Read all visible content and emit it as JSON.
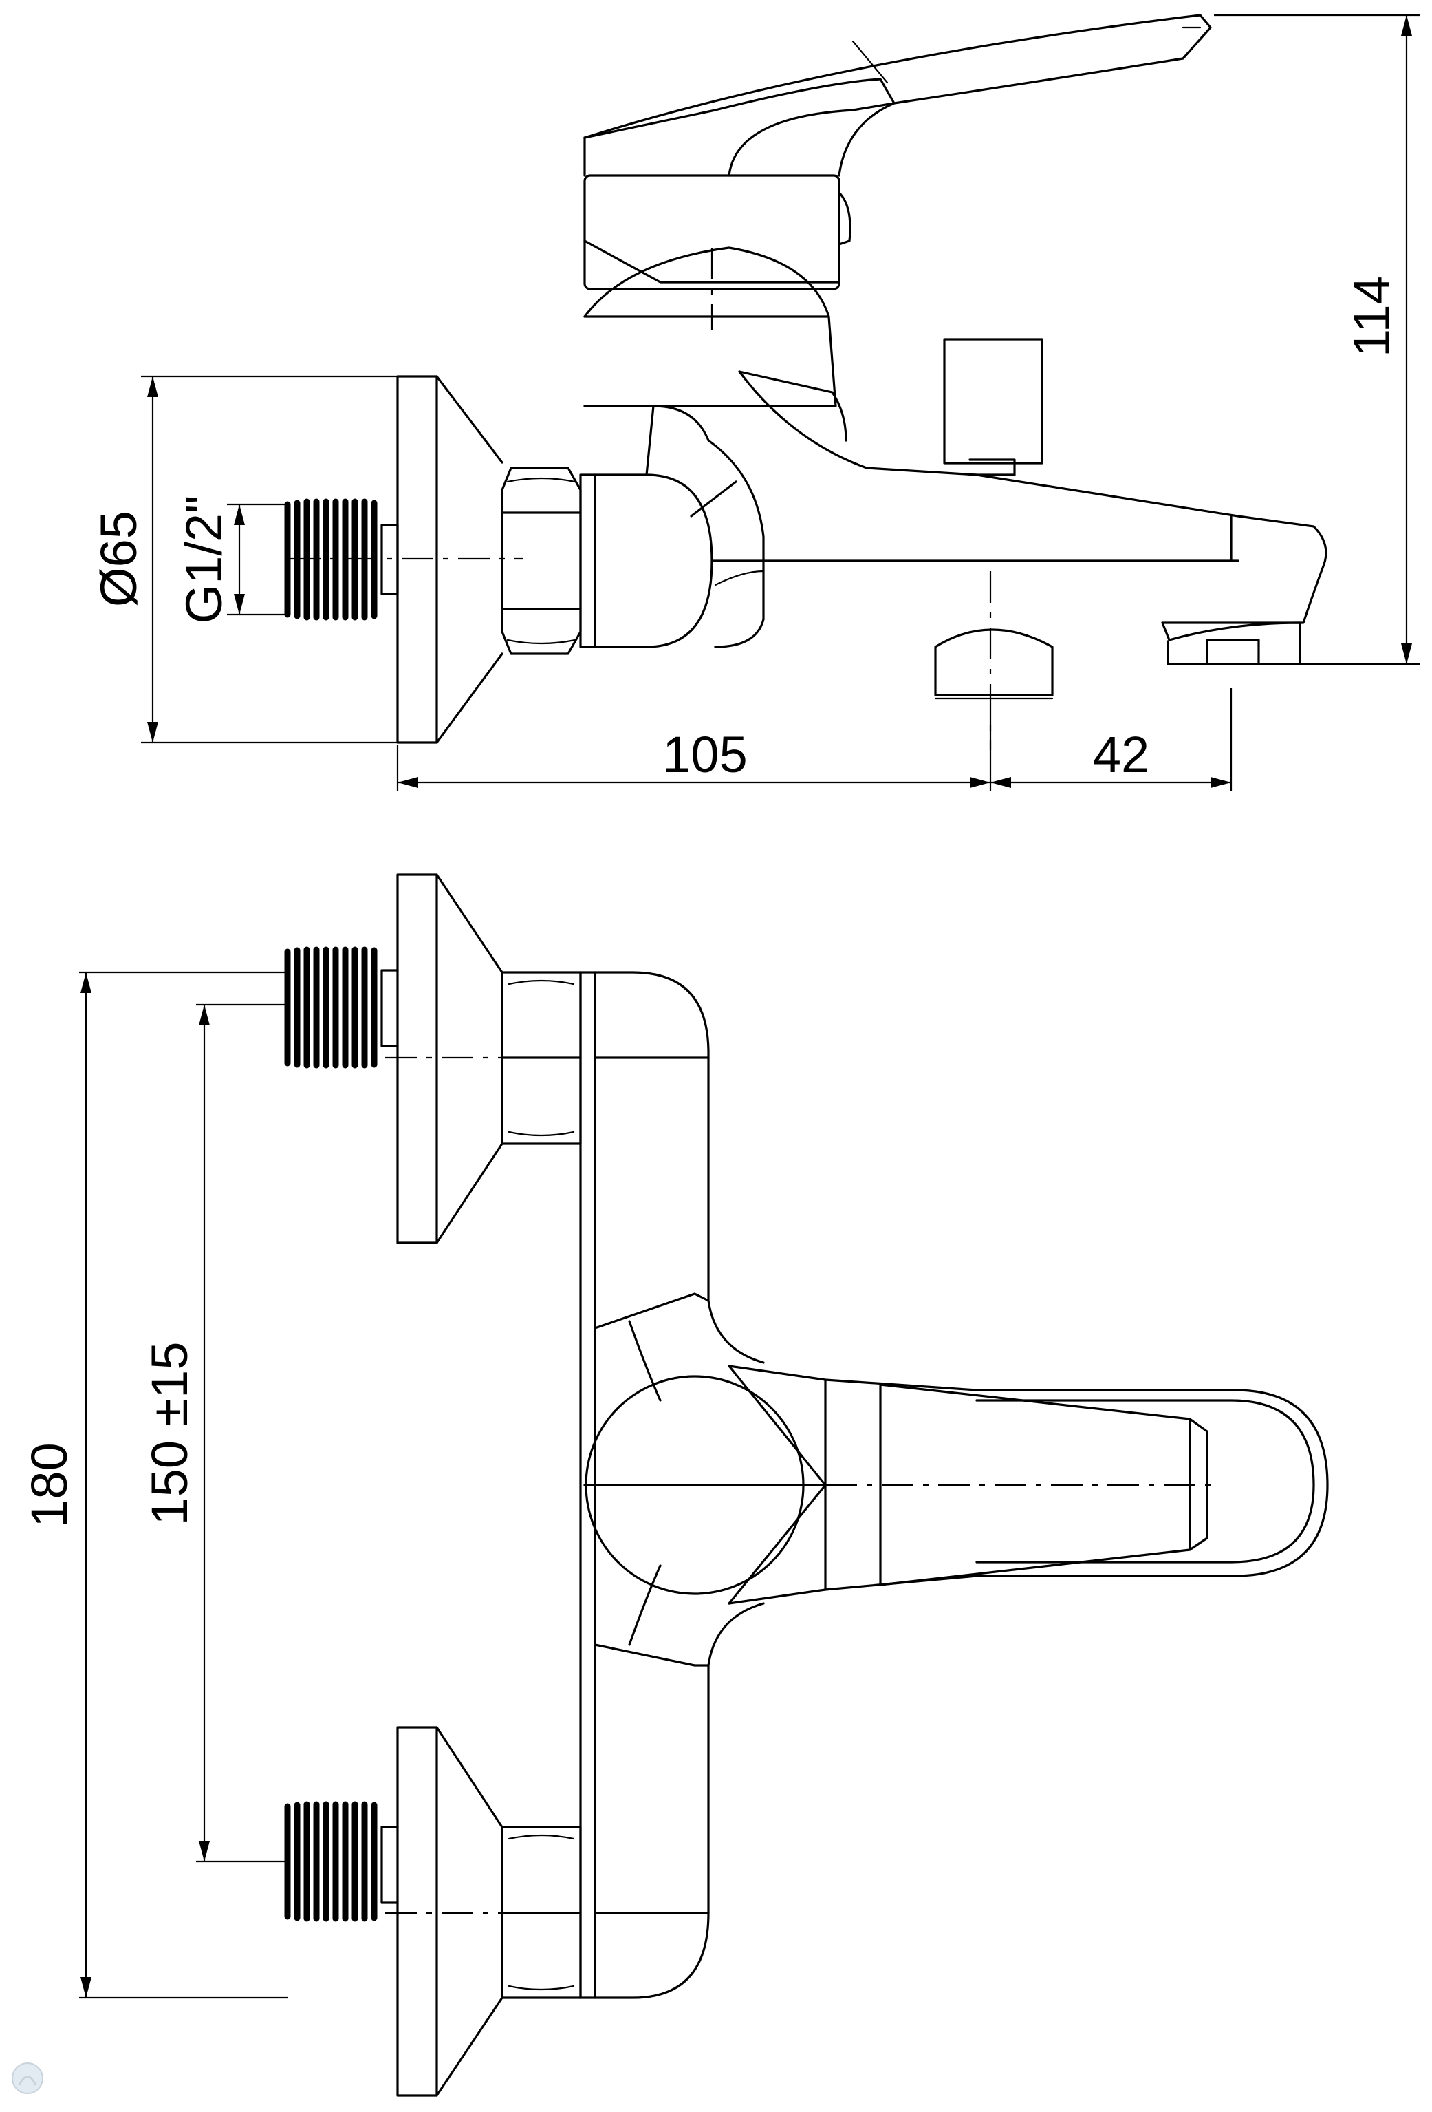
{
  "side_view": {
    "dim_width_total": "105",
    "dim_spout_offset": "42",
    "dim_height": "114",
    "dim_flange_diameter": "Ø65",
    "dim_thread": "G1/2\""
  },
  "top_view": {
    "dim_overall_length": "180",
    "dim_center_distance": "150 ±15"
  }
}
